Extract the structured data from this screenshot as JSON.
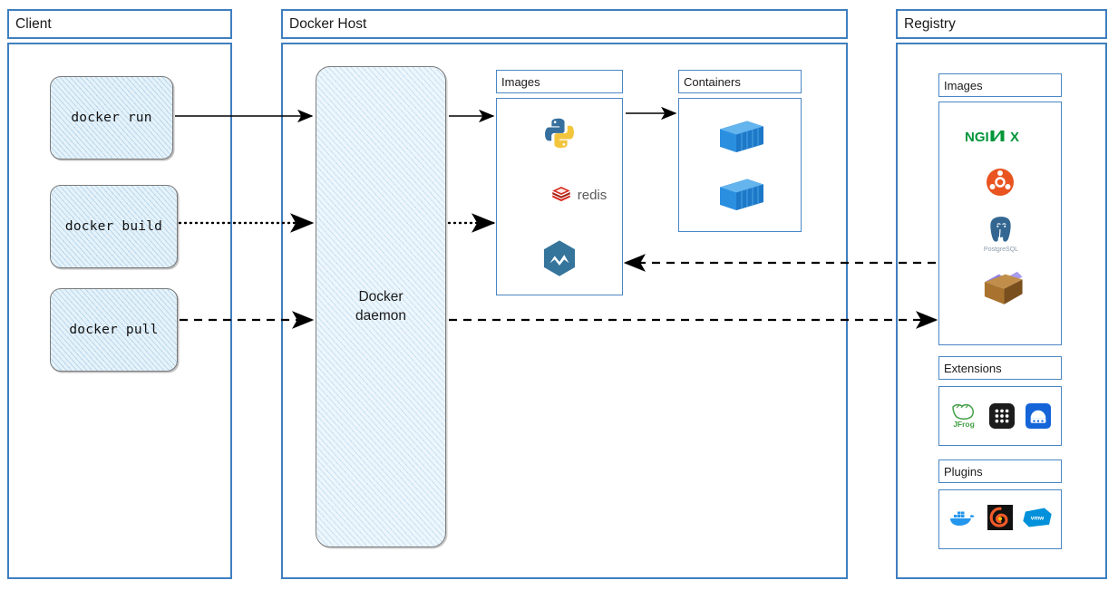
{
  "zones": [
    {
      "id": "client",
      "label": "Client"
    },
    {
      "id": "docker_host",
      "label": "Docker Host"
    },
    {
      "id": "registry",
      "label": "Registry"
    }
  ],
  "client": {
    "title": "Client",
    "commands": [
      {
        "id": "docker-run",
        "label": "docker run"
      },
      {
        "id": "docker-build",
        "label": "docker build"
      },
      {
        "id": "docker-pull",
        "label": "docker pull"
      }
    ]
  },
  "docker_host": {
    "title": "Docker Host",
    "daemon": {
      "label_line1": "Docker",
      "label_line2": "daemon"
    },
    "images": {
      "title": "Images",
      "icons": [
        {
          "name": "python-logo-icon",
          "label": "python"
        },
        {
          "name": "redis-logo-icon",
          "label": "redis"
        },
        {
          "name": "mesos-logo-icon",
          "label": "mesos"
        }
      ]
    },
    "containers": {
      "title": "Containers",
      "icons": [
        {
          "name": "shipping-container-icon",
          "label": "container"
        },
        {
          "name": "shipping-container-icon",
          "label": "container"
        }
      ]
    }
  },
  "registry": {
    "title": "Registry",
    "images": {
      "title": "Images",
      "icons": [
        {
          "name": "nginx-logo-icon",
          "label": "NGINX"
        },
        {
          "name": "ubuntu-logo-icon",
          "label": "Ubuntu"
        },
        {
          "name": "postgresql-logo-icon",
          "label": "PostgreSQL"
        },
        {
          "name": "open-box-icon",
          "label": "package"
        }
      ]
    },
    "extensions": {
      "title": "Extensions",
      "icons": [
        {
          "name": "jfrog-logo-icon",
          "label": "JFrog"
        },
        {
          "name": "app-grid-icon",
          "label": "grid"
        },
        {
          "name": "storage-drive-icon",
          "label": "storage"
        }
      ]
    },
    "plugins": {
      "title": "Plugins",
      "icons": [
        {
          "name": "docker-whale-icon",
          "label": "Docker"
        },
        {
          "name": "grafana-logo-icon",
          "label": "Grafana"
        },
        {
          "name": "vmware-logo-icon",
          "label": "vmw"
        }
      ]
    }
  },
  "connectors": [
    {
      "id": "run-to-daemon",
      "style": "solid",
      "from": "docker-run",
      "to": "docker-daemon"
    },
    {
      "id": "build-to-daemon",
      "style": "dotted",
      "from": "docker-build",
      "to": "docker-daemon"
    },
    {
      "id": "pull-to-registry",
      "style": "dashed",
      "from": "docker-pull",
      "to": "registry-images"
    },
    {
      "id": "daemon-to-images",
      "style": "solid",
      "from": "docker-daemon",
      "to": "host-images"
    },
    {
      "id": "daemon-to-images-2",
      "style": "dotted",
      "from": "docker-daemon",
      "to": "host-images"
    },
    {
      "id": "images-to-containers",
      "style": "solid",
      "from": "host-images",
      "to": "host-containers"
    },
    {
      "id": "registry-to-images",
      "style": "dashed",
      "from": "registry-images",
      "to": "host-images"
    }
  ],
  "colors": {
    "panel_border": "#3f7fbf",
    "sub_border": "#4a86c4",
    "sketch_fill": "#eaf4fb",
    "connector": "#000000",
    "nginx_green": "#009639",
    "ubuntu_orange": "#E95420",
    "postgres_blue": "#336791",
    "redis_red": "#D82C20",
    "python_blue": "#366F9D",
    "python_yellow": "#F2C53D",
    "mesos_blue": "#36759B",
    "container_blue": "#2B8FE0",
    "jfrog_green": "#43A047",
    "grafana_orange": "#F05A28",
    "vmware_blue": "#0091DA",
    "docker_whale_blue": "#2496ED"
  }
}
